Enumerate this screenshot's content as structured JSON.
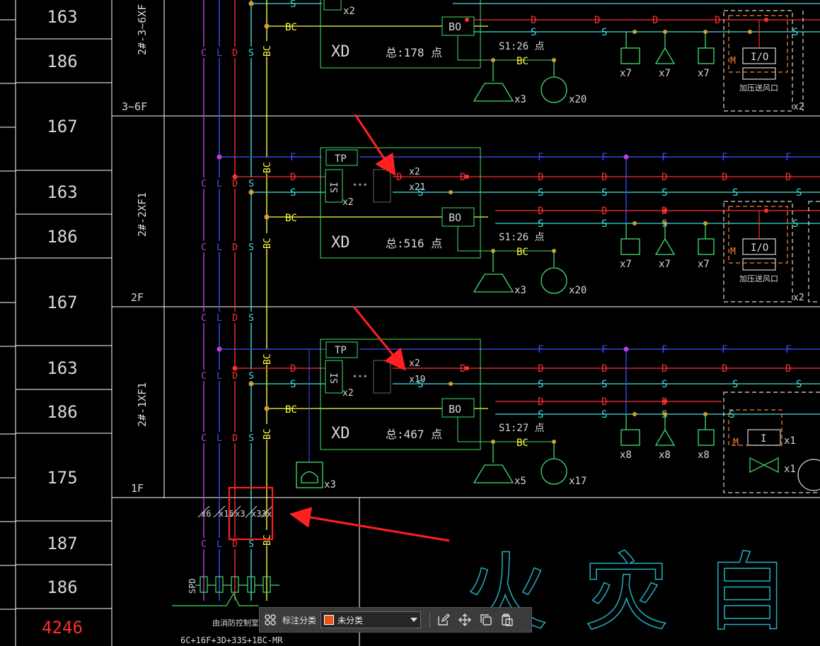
{
  "rows": [
    {
      "value": "163"
    },
    {
      "value": "186"
    },
    {
      "value": "167"
    },
    {
      "value": "163"
    },
    {
      "value": "186"
    },
    {
      "value": "167"
    },
    {
      "value": "163"
    },
    {
      "value": "186"
    },
    {
      "value": "175"
    },
    {
      "value": "187"
    },
    {
      "value": "186"
    },
    {
      "value": "4246"
    }
  ],
  "floor_tags": [
    "2#-3~6XF",
    "2#-2XF1",
    "2#-1XF1"
  ],
  "floor_names": [
    "3~6F",
    "2F",
    "1F"
  ],
  "bus_labels": [
    "C",
    "L",
    "D",
    "S",
    "BC"
  ],
  "box": {
    "tp": "TP",
    "bo": "BO",
    "si": "SI",
    "xd": "XD",
    "totals": [
      "总:178 点",
      "总:516 点",
      "总:467 点"
    ],
    "s1": [
      "S1:26 点",
      "S1:26 点",
      "S1:27 点"
    ]
  },
  "counts": {
    "d_x2": "x2",
    "s_x21": "x21",
    "s_x19": "x19",
    "si_x2": "x2",
    "horn": [
      "x3",
      "x3",
      "x5"
    ],
    "speaker": [
      "x20",
      "x20",
      "x17"
    ],
    "dev": [
      "x7",
      "x7",
      "x7",
      "x8",
      "x8",
      "x8"
    ],
    "tel": "x3",
    "z2": "x2"
  },
  "io": {
    "io": "I/O",
    "m": "M",
    "fan": "加压送风口",
    "i": "I",
    "x1": "x1"
  },
  "bottom": {
    "bus_counts": [
      "x6",
      "x16",
      "x3",
      "x33",
      "x"
    ],
    "spd": "SPD",
    "cable_note": "由消防控制室引来",
    "cable": "6C+16F+3D+33S+1BC-MR",
    "watermark": "火 灾 自 动"
  },
  "toolbar": {
    "label": "标注分类",
    "selected": "未分类"
  },
  "colors": {
    "bg": "#000000",
    "magenta": "#c040e0",
    "blue": "#3c50ff",
    "red": "#ff3030",
    "cyan": "#40e0e0",
    "yellow": "#ffff40",
    "green": "#40e070",
    "grid": "#ffffff",
    "arrow": "#ff2020",
    "orange": "#ff8030",
    "total_red": "#ff3030"
  },
  "icons": [
    "grid-icon",
    "edit-icon",
    "move-icon",
    "copy-icon",
    "paste-icon",
    "chevron-down-icon"
  ]
}
